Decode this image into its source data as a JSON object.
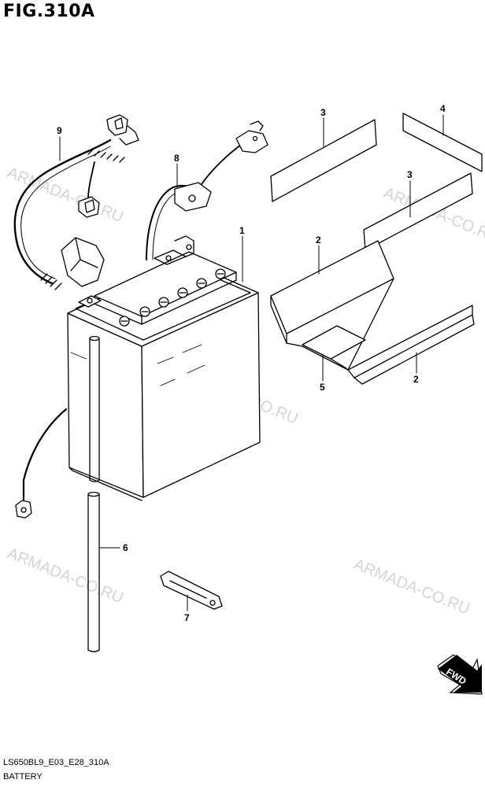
{
  "figure": {
    "title": "FIG.310A",
    "code": "LS650BL9_E03_E28_310A",
    "name": "BATTERY"
  },
  "callouts": {
    "p1": "1",
    "p2a": "2",
    "p2b": "2",
    "p3a": "3",
    "p3b": "3",
    "p4": "4",
    "p5": "5",
    "p6": "6",
    "p7": "7",
    "p8": "8",
    "p9": "9"
  },
  "watermarks": {
    "w1": "ARMADA-CO.RU",
    "w2": "ARMADA-CO.RU",
    "w3": "ARMADA-CO.RU",
    "w4": "ARMADA-CO.RU",
    "w5": "ARMADA-CO.RU"
  },
  "direction_arrow": {
    "label": "FWD"
  },
  "colors": {
    "line": "#000000",
    "watermark": "#d4d4d4"
  }
}
